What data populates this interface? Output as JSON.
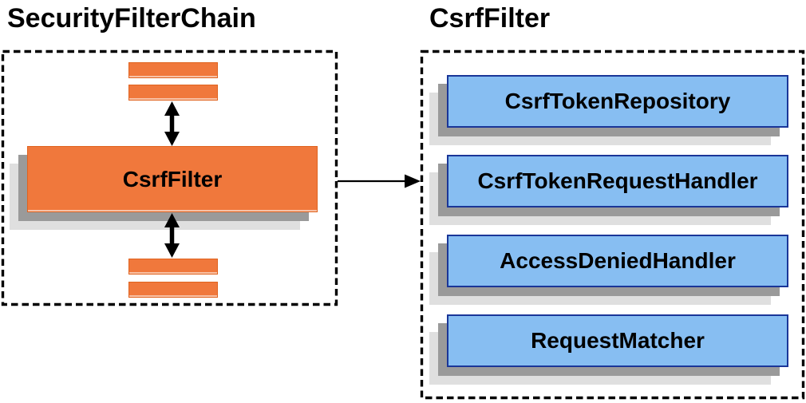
{
  "left_panel": {
    "title": "SecurityFilterChain",
    "filter_box_label": "CsrfFilter"
  },
  "right_panel": {
    "title": "CsrfFilter",
    "components": [
      {
        "label": "CsrfTokenRepository"
      },
      {
        "label": "CsrfTokenRequestHandler"
      },
      {
        "label": "AccessDeniedHandler"
      },
      {
        "label": "RequestMatcher"
      }
    ]
  },
  "icons": {
    "top_arrow": "bidirectional-vertical-arrow",
    "bottom_arrow": "bidirectional-vertical-arrow",
    "link_arrow": "right-arrow"
  },
  "colors": {
    "box_orange": "#F0783C",
    "box_orange_border": "#E0631F",
    "component_blue_fill": "#87BEF2",
    "component_blue_border": "#1A3698",
    "shadow_dark": "#9A9A9A",
    "shadow_light": "#DFDFDF",
    "outline_black": "#000000"
  }
}
